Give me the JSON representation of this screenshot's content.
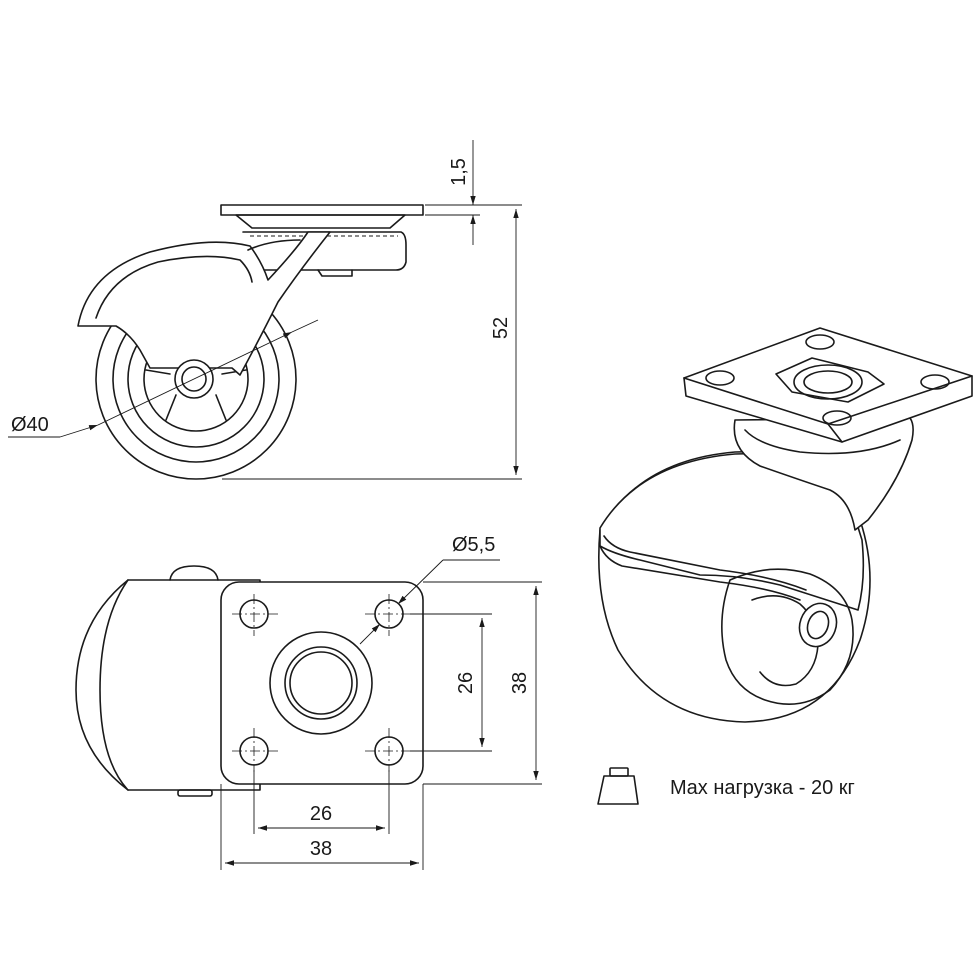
{
  "dimensions": {
    "plate_thickness": "1,5",
    "total_height": "52",
    "wheel_diameter": "Ø40",
    "hole_diameter": "Ø5,5",
    "hole_spacing_vertical": "26",
    "plate_width_vertical": "38",
    "hole_spacing_horizontal": "26",
    "plate_width_horizontal": "38"
  },
  "load": {
    "label": "Max нагрузка - 20 кг",
    "icon": "weight-icon"
  }
}
